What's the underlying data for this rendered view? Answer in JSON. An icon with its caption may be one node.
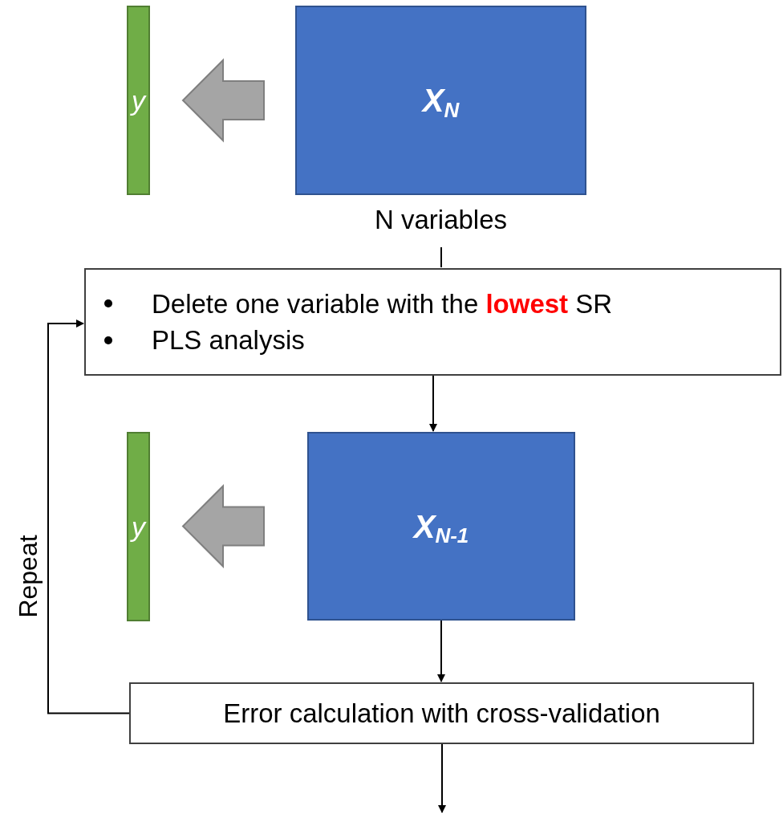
{
  "diagram": {
    "nodes": [
      {
        "text": [
          "y"
        ]
      },
      {
        "text": [
          "X$_{N}$"
        ],
        "beside": [
          "N variables"
        ]
      },
      {
        "text": [
          "Delete one variable with the **lowest** SR",
          "PLS analysis"
        ]
      },
      {
        "text": [
          "y"
        ]
      },
      {
        "text": [
          "X$_{N-1}$"
        ]
      },
      {
        "text": [
          "Error calculation with cross-validation"
        ]
      }
    ],
    "edges": [
      {
        "from": 1,
        "to": 0,
        "arrow": "to",
        "style": "thick",
        "color": "#a5a5a5"
      },
      {
        "from": 1,
        "to": 2,
        "arrow": "none"
      },
      {
        "from": 2,
        "to": 4,
        "arrow": "to"
      },
      {
        "from": 4,
        "to": 3,
        "arrow": "to",
        "style": "thick",
        "color": "#a5a5a5"
      },
      {
        "from": 4,
        "to": 5,
        "arrow": "to"
      },
      {
        "from": 5,
        "to": 2,
        "arrow": "to",
        "label": "Repeat"
      },
      {
        "from": 5,
        "to": null,
        "arrow": "to"
      }
    ]
  }
}
